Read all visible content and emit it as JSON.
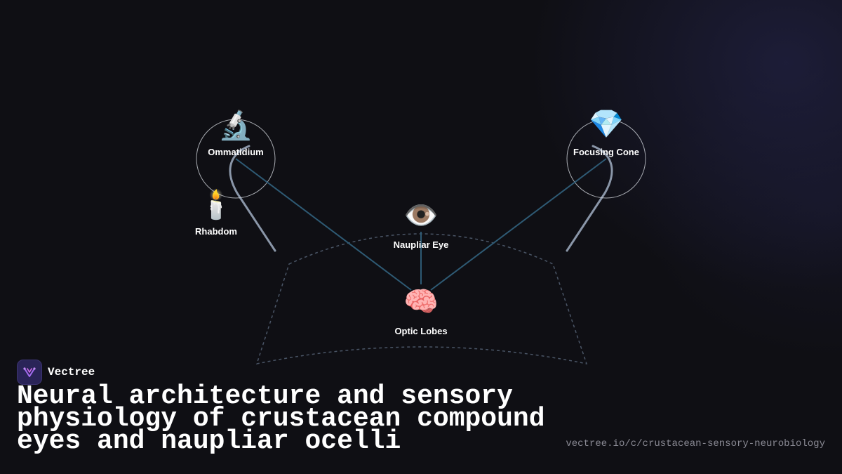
{
  "brand": {
    "name": "Vectree"
  },
  "title": "Neural architecture and sensory physiology of crustacean compound eyes and naupliar ocelli",
  "url": "vectree.io/c/crustacean-sensory-neurobiology",
  "colors": {
    "edge": "#2e5a74",
    "guide": "#8a96a8",
    "dashed": "#4a5566",
    "circle": "#cfd3da"
  },
  "nodes": {
    "ommatidium": {
      "label": "Ommatidium",
      "icon": "🔬",
      "icon_name": "microscope-icon"
    },
    "rhabdom": {
      "label": "Rhabdom",
      "icon": "🕯️",
      "icon_name": "candle-icon"
    },
    "focusing_cone": {
      "label": "Focusing Cone",
      "icon": "💎",
      "icon_name": "gem-icon"
    },
    "naupliar_eye": {
      "label": "Naupliar Eye",
      "icon": "👁️",
      "icon_name": "eye-icon"
    },
    "optic_lobes": {
      "label": "Optic Lobes",
      "icon": "🧠",
      "icon_name": "brain-icon"
    }
  }
}
